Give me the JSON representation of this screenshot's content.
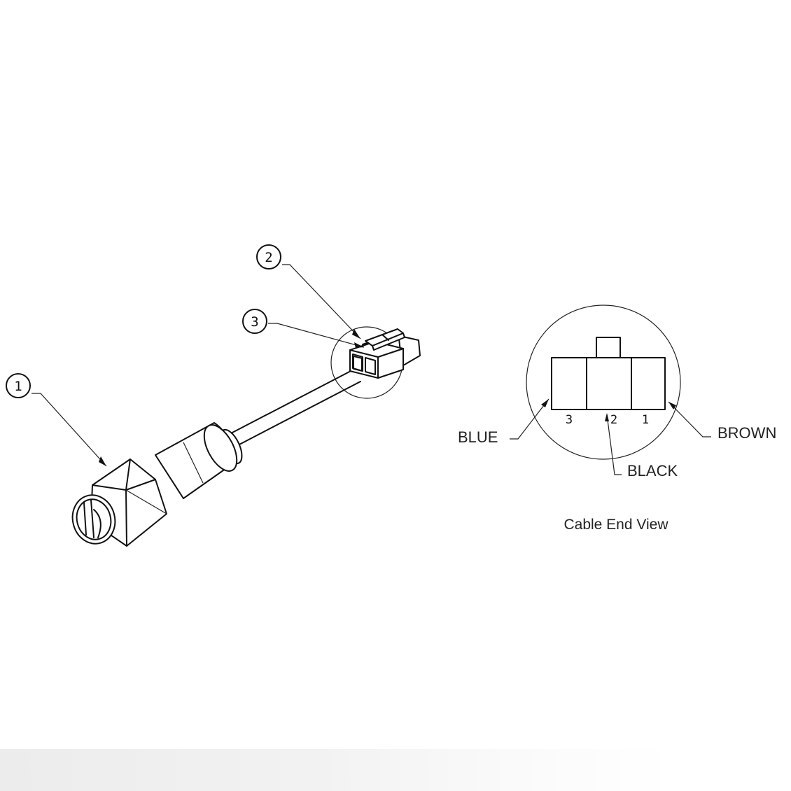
{
  "callouts": [
    {
      "number": "1",
      "target": "sensor-body"
    },
    {
      "number": "2",
      "target": "connector-housing"
    },
    {
      "number": "3",
      "target": "connector-latch"
    }
  ],
  "end_view": {
    "caption": "Cable End View",
    "pins": [
      {
        "number": "3",
        "wire": "BLUE"
      },
      {
        "number": "2",
        "wire": "BLACK"
      },
      {
        "number": "1",
        "wire": "BROWN"
      }
    ]
  },
  "colors": {
    "ink": "#111111",
    "background": "#ffffff"
  }
}
